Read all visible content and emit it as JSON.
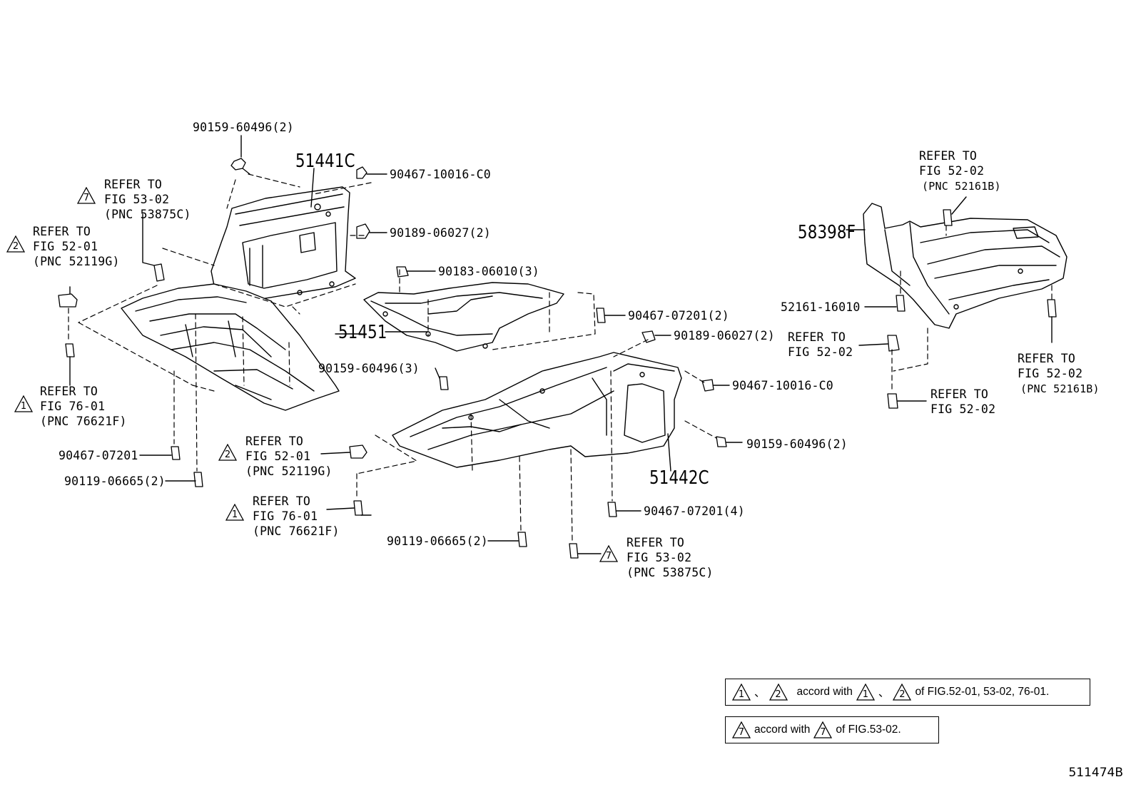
{
  "parts": {
    "p51441C": "51441C",
    "p51451": "51451",
    "p51442C": "51442C",
    "p58398F": "58398F"
  },
  "callouts": {
    "c1": "90159-60496(2)",
    "c2": "90467-10016-C0",
    "c3": "90189-06027(2)",
    "c4": "90183-06010(3)",
    "c5": "90467-07201(2)",
    "c6": "90189-06027(2)",
    "c7": "90159-60496(3)",
    "c8": "90467-10016-C0",
    "c9": "90159-60496(2)",
    "c10": "90467-07201",
    "c11": "90119-06665(2)",
    "c12": "90467-07201(4)",
    "c13": "90119-06665(2)",
    "c14": "52161-16010"
  },
  "refs": {
    "r1": {
      "num": "7",
      "l1": "REFER TO",
      "l2": "FIG 53-02",
      "l3": "(PNC 53875C)"
    },
    "r2": {
      "num": "2",
      "l1": "REFER TO",
      "l2": "FIG 52-01",
      "l3": "(PNC 52119G)"
    },
    "r3": {
      "num": "1",
      "l1": "REFER TO",
      "l2": "FIG 76-01",
      "l3": "(PNC 76621F)"
    },
    "r4": {
      "num": "2",
      "l1": "REFER TO",
      "l2": "FIG 52-01",
      "l3": "(PNC 52119G)"
    },
    "r5": {
      "num": "1",
      "l1": "REFER TO",
      "l2": "FIG 76-01",
      "l3": "(PNC 76621F)"
    },
    "r6": {
      "num": "7",
      "l1": "REFER TO",
      "l2": "FIG 53-02",
      "l3": "(PNC 53875C)"
    },
    "r7": {
      "l1": "REFER TO",
      "l2": "FIG 52-02",
      "l3": "(PNC 52161B)"
    },
    "r8": {
      "l1": "REFER TO",
      "l2": "FIG 52-02"
    },
    "r9": {
      "l1": "REFER TO",
      "l2": "FIG 52-02"
    },
    "r10": {
      "l1": "REFER TO",
      "l2": "FIG 52-02",
      "l3": "(PNC 52161B)"
    }
  },
  "notes": {
    "n1": {
      "a": "1",
      "sep": "、",
      "b": "2",
      "mid": "accord with",
      "c": "1",
      "sep2": "、",
      "d": "2",
      "tail": "of FIG.52-01, 53-02, 76-01."
    },
    "n2": {
      "a": "7",
      "mid": "accord with",
      "b": "7",
      "tail": "of FIG.53-02."
    }
  },
  "drawing_code": "511474B"
}
